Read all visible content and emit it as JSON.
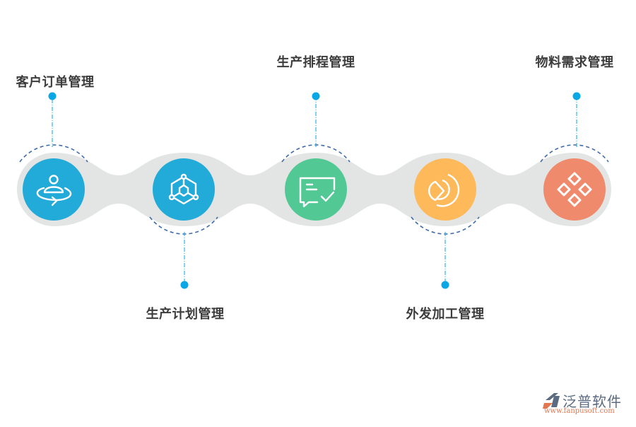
{
  "diagram": {
    "type": "process-timeline",
    "steps": [
      {
        "label": "客户订单管理",
        "color": "#22aad8",
        "icon": "person-rotate-icon",
        "label_position": "top"
      },
      {
        "label": "生产计划管理",
        "color": "#22aad8",
        "icon": "hexagon-network-icon",
        "label_position": "bottom"
      },
      {
        "label": "生产排程管理",
        "color": "#52c994",
        "icon": "message-check-icon",
        "label_position": "top"
      },
      {
        "label": "外发加工管理",
        "color": "#fdb95a",
        "icon": "pie-chart-icon",
        "label_position": "bottom"
      },
      {
        "label": "物料需求管理",
        "color": "#f08a6c",
        "icon": "diamond-grid-icon",
        "label_position": "top"
      }
    ],
    "connector_color": "#e3e4e4",
    "marker_color": "#0aa7e6",
    "arc_color": "#3e6ba8"
  },
  "logo": {
    "name": "泛普软件",
    "url": "www.fanpusoft.com"
  }
}
